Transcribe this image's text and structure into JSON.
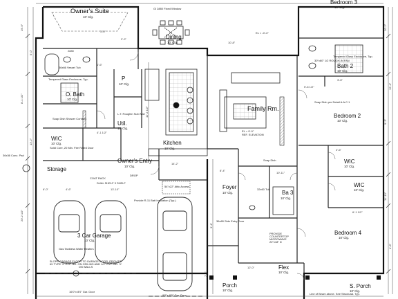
{
  "rooms": {
    "owners_suite": {
      "name": "Owner's Suite",
      "ceiling": "10' Clg."
    },
    "dining": {
      "name": "Dining",
      "ceiling": "10' Clg."
    },
    "bedroom3": {
      "name": "Bedroom 3",
      "ceiling": "10' Clg."
    },
    "bath2": {
      "name": "Bath 2",
      "ceiling": "10' Clg."
    },
    "obath": {
      "name": "O. Bath",
      "ceiling": "10' Clg."
    },
    "pantry": {
      "name": "P",
      "ceiling": "10' Clg."
    },
    "util": {
      "name": "Util.",
      "ceiling": "10' Clg."
    },
    "family": {
      "name": "Family Rm.",
      "ceiling": ""
    },
    "bedroom2": {
      "name": "Bedroom 2",
      "ceiling": "10' Clg."
    },
    "wic_owner": {
      "name": "WIC",
      "ceiling": "10' Clg."
    },
    "kitchen": {
      "name": "Kitchen",
      "ceiling": "10' Clg."
    },
    "storage": {
      "name": "Storage",
      "ceiling": ""
    },
    "owners_entry": {
      "name": "Owner's Entry",
      "ceiling": "10' Clg."
    },
    "foyer": {
      "name": "Foyer",
      "ceiling": "10' Clg."
    },
    "ba3": {
      "name": "Ba 3",
      "ceiling": "10' Clg."
    },
    "wic_b2a": {
      "name": "WIC",
      "ceiling": "10' Clg."
    },
    "wic_b2b": {
      "name": "WIC",
      "ceiling": "10' Clg."
    },
    "garage": {
      "name": "3 Car Garage",
      "ceiling": "10' Clg."
    },
    "bedroom4": {
      "name": "Bedroom 4",
      "ceiling": "10' Clg."
    },
    "porch": {
      "name": "Porch",
      "ceiling": "10' Clg."
    },
    "flex": {
      "name": "Flex",
      "ceiling": "10' Clg."
    },
    "sporch": {
      "name": "S. Porch",
      "ceiling": "10' Clg."
    }
  },
  "notes": {
    "fixed_window": "Gl 2880 Fixed Window",
    "el_family": "EL = 9'-0\"",
    "ref_elev": "REF. ELEVATION",
    "el_top": "EL = -0'-4\"",
    "tempered_glass_left": "Tempered Glass Enclosure, Typ.",
    "tempered_glass_right": "Tempered Glass Enclosure, Typ.",
    "soap_dish_main": "Soap Dish per Detail A.A.C.1",
    "soap_dish_shower": "Soap Dish Shower Controls",
    "soap_dish_lower": "Soap Dish",
    "fire_door": "Solid Core, 20 Min. Fire Rated Door",
    "vessel_tub": "36x66 Vessel Tub",
    "lt_rough": "L.T. Roughin Sub Wall",
    "attic_access": "54\"x22\" Attic Access",
    "batt_insulation": "Provide R-11 Batt Insulation (Typ.)",
    "gas_heaters": "Gas Tankless Water Heaters",
    "slope_note": "SLOPE GARAGE FLOOR TO GARAGE DOOR. PROVIDE 6X TYPE 'X' GYP. BD. ON CEILING AND 1/2\" GYP. BD. 'X' ON WALLS",
    "coat_rack": "COAT RACK",
    "dual_shelf": "DUAL SHELF 3 SHELF",
    "drop": "DROP",
    "side_entry": "36x80 Side Entry Door",
    "fire_extinguisher": "PROVIDE COUNTERTOP MICROWAVE 22\"x18\" D",
    "beam_note": "Line of Beam above. See Structural. Typ.",
    "conc_pad": "36x36 Conc. Pad",
    "cup_30": "30\"x60\" 1/2 ROUGH-IN FAN",
    "tub_note": "32x60 Tub",
    "garage_door": "16'0\"x 8'0\" Gar. Door",
    "garage_door2": "9'0\"x 8'0\" Gar. Door"
  },
  "dims": {
    "d1": "19'-9\"",
    "d2": "8'-1 1/2\"",
    "d3": "20'-2 1/2\"",
    "d4": "5'-0\"",
    "d5": "13'-2\"",
    "d6": "10'-2\"",
    "d7": "9'-3\"",
    "d8": "11'-10\"",
    "d9": "12'-4\"",
    "d10": "4'-8\"",
    "d11": "2880",
    "d12": "3'-0\"",
    "d13": "6'-0\"",
    "d14": "4'-6\"",
    "d15": "13'-10\"",
    "d16": "14'-2\"",
    "d17": "8'-4\"",
    "d18": "10'-11\"",
    "d19": "3'-6\"",
    "d20": "5'-6 1/2\"",
    "d21": "2'-6\"",
    "d22": "6'-1 1/2\"",
    "d23": "12'-0\"",
    "d24": "1'-6\"",
    "d25": "4'-1 1/2\"",
    "d26": "7'-4\"",
    "d27": "3'-4\"",
    "d28": "2'-2\"",
    "d29": "10'-8\"",
    "d30": "11'-2 1/2\""
  }
}
